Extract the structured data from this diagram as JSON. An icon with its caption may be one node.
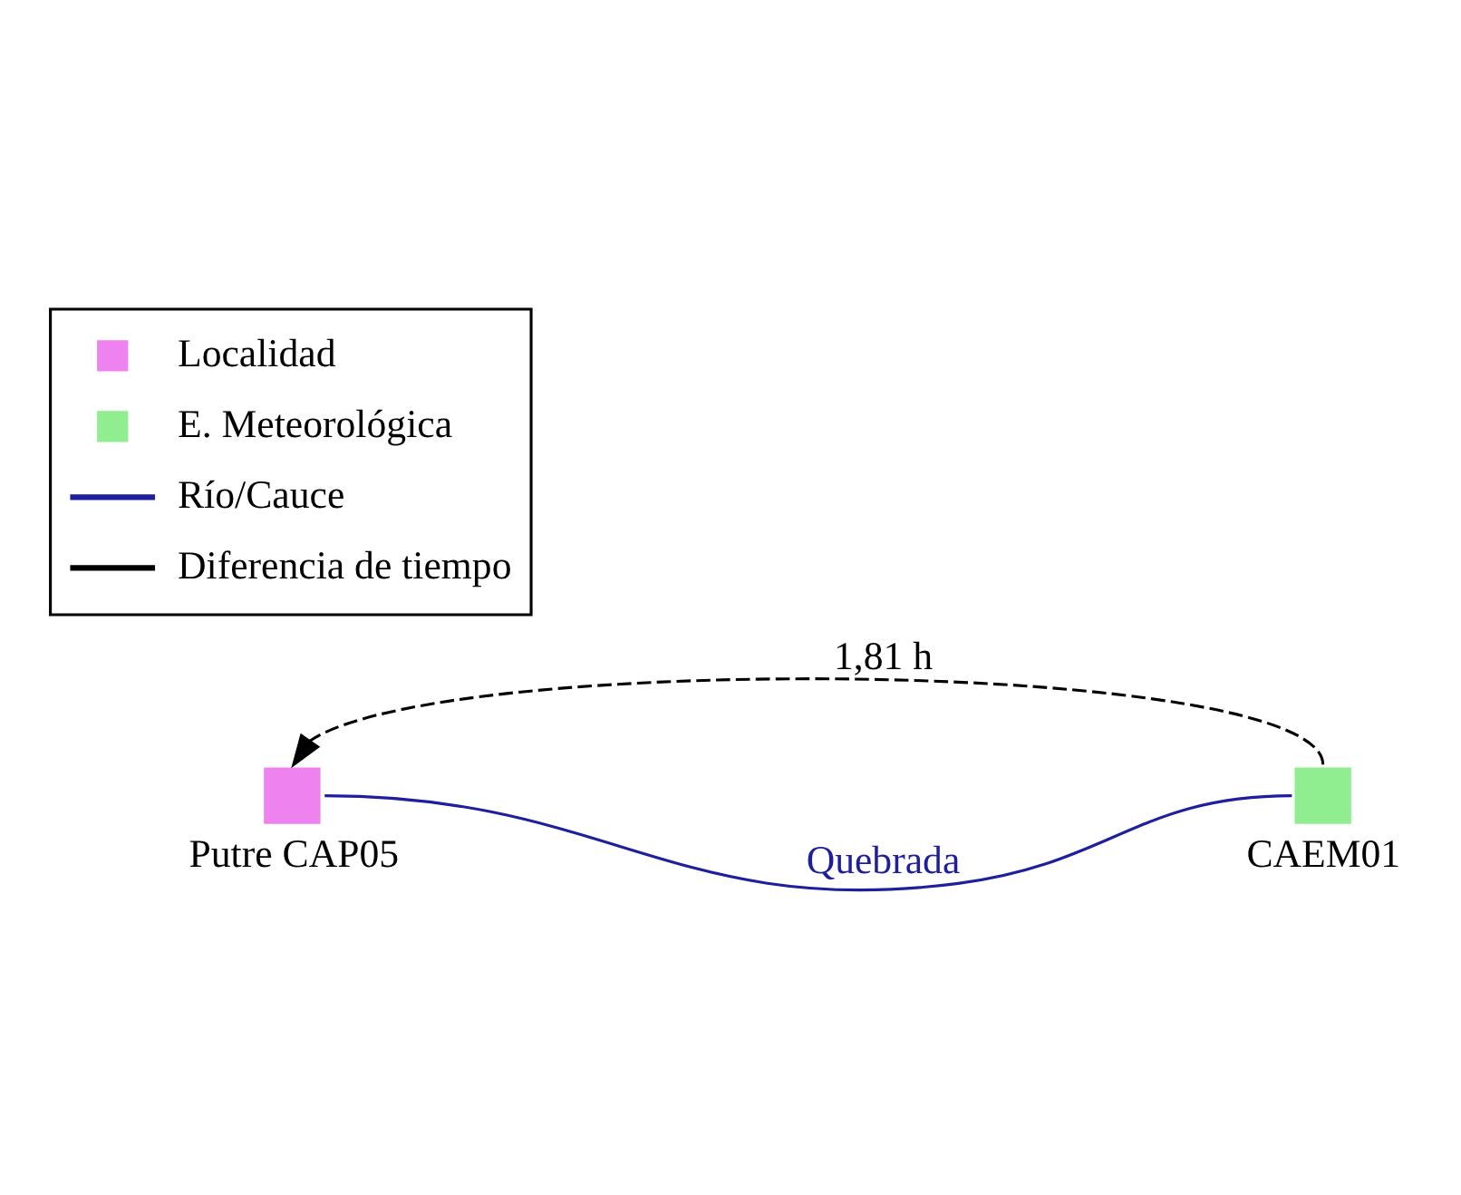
{
  "diagram": {
    "nodes": [
      {
        "text": [],
        "shape": "box",
        "beside": [
          "Putre CAP05"
        ]
      },
      {
        "text": [],
        "shape": "box",
        "beside": [
          "CAEM01"
        ]
      }
    ],
    "edges": [
      {
        "from": 0,
        "to": 1,
        "arrow": "none",
        "label": "Quebrada",
        "color": "#1f1f9e"
      },
      {
        "from": 1,
        "to": 0,
        "arrow": "to",
        "label": "1,81 h",
        "style": "dashed",
        "color": "#000000"
      }
    ],
    "legend": [
      {
        "text": "Localidad",
        "color": "#ee82ee"
      },
      {
        "text": "E. Meteorológica",
        "color": "#90ee90"
      },
      {
        "text": "Río/Cauce"
      },
      {
        "text": "Diferencia de tiempo"
      }
    ]
  }
}
